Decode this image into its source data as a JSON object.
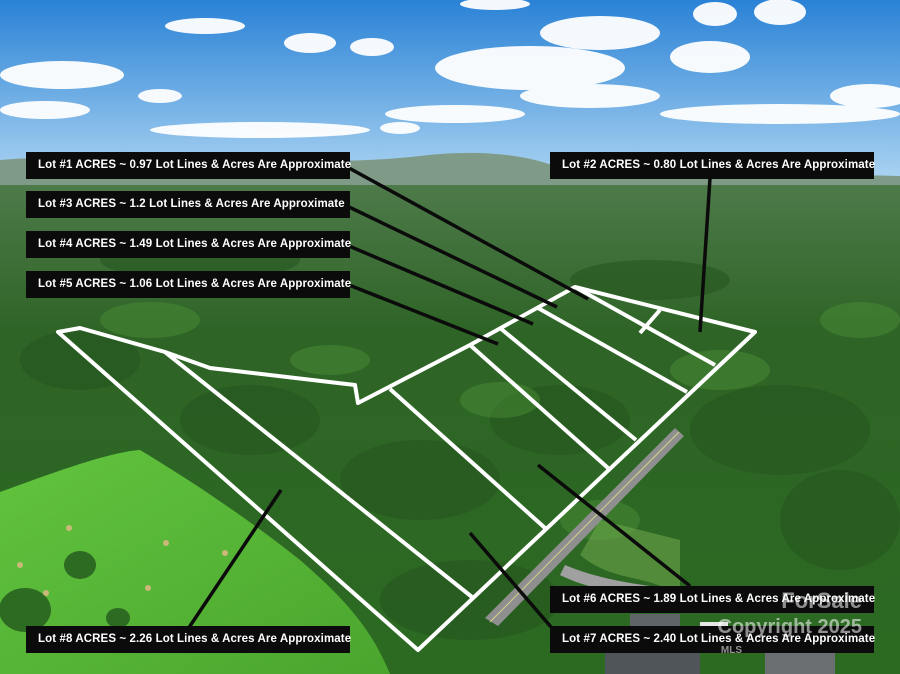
{
  "lots": [
    {
      "id": "lot-1",
      "text": "Lot #1 ACRES ~ 0.97 Lot Lines & Acres Are Approximate"
    },
    {
      "id": "lot-2",
      "text": "Lot #2 ACRES ~ 0.80 Lot Lines & Acres Are Approximate"
    },
    {
      "id": "lot-3",
      "text": "Lot #3 ACRES ~ 1.2 Lot Lines & Acres Are Approximate"
    },
    {
      "id": "lot-4",
      "text": "Lot #4 ACRES ~ 1.49 Lot Lines & Acres Are Approximate"
    },
    {
      "id": "lot-5",
      "text": "Lot #5 ACRES ~ 1.06 Lot Lines & Acres Are Approximate"
    },
    {
      "id": "lot-6",
      "text": "Lot #6 ACRES ~ 1.89 Lot Lines & Acres Are Approximate"
    },
    {
      "id": "lot-7",
      "text": "Lot #7 ACRES ~ 2.40 Lot Lines & Acres Are Approximate"
    },
    {
      "id": "lot-8",
      "text": "Lot #8 ACRES ~ 2.26 Lot Lines & Acres Are Approximate"
    }
  ],
  "watermark": {
    "brand": "ForSale",
    "copyright": "Copyright 2025",
    "mls": "MLS"
  },
  "colors": {
    "sky_top": "#2e86d8",
    "sky_bottom": "#a9d3f2",
    "forest": "#2f6b2a",
    "pasture": "#5cbf3a",
    "road": "#8e8e8e",
    "lot_line": "#ffffff",
    "label_bg": "#0b0b0b"
  }
}
